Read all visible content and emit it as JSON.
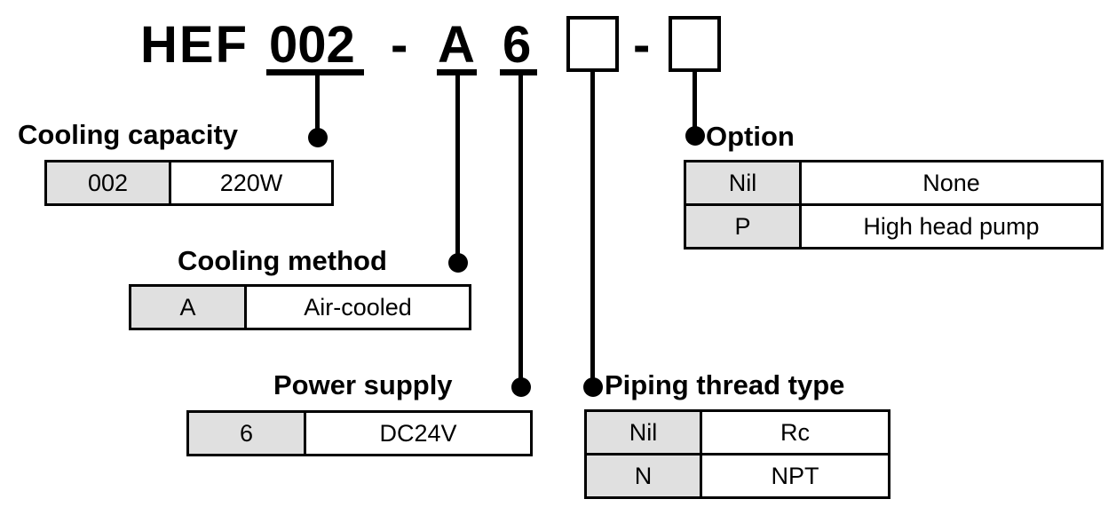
{
  "model_number": {
    "prefix": "HEF",
    "segments": [
      {
        "text": "002",
        "underlined": true
      },
      {
        "text": "-",
        "underlined": false
      },
      {
        "text": "A",
        "underlined": true
      },
      {
        "text": "6",
        "underlined": true
      },
      {
        "text": "",
        "underlined": false,
        "box": true
      },
      {
        "text": "-",
        "underlined": false
      },
      {
        "text": "",
        "underlined": false,
        "box": true
      }
    ]
  },
  "groups": {
    "cooling_capacity": {
      "label": "Cooling capacity",
      "rows": [
        {
          "code": "002",
          "desc": "220W"
        }
      ]
    },
    "cooling_method": {
      "label": "Cooling method",
      "rows": [
        {
          "code": "A",
          "desc": "Air-cooled"
        }
      ]
    },
    "power_supply": {
      "label": "Power supply",
      "rows": [
        {
          "code": "6",
          "desc": "DC24V"
        }
      ]
    },
    "piping_thread_type": {
      "label": "Piping thread type",
      "rows": [
        {
          "code": "Nil",
          "desc": "Rc"
        },
        {
          "code": "N",
          "desc": "NPT"
        }
      ]
    },
    "option": {
      "label": "Option",
      "rows": [
        {
          "code": "Nil",
          "desc": "None"
        },
        {
          "code": "P",
          "desc": "High head pump"
        }
      ]
    }
  },
  "colors": {
    "ink": "#000000",
    "paper": "#ffffff",
    "code_cell_fill": "#e0e0e0"
  }
}
